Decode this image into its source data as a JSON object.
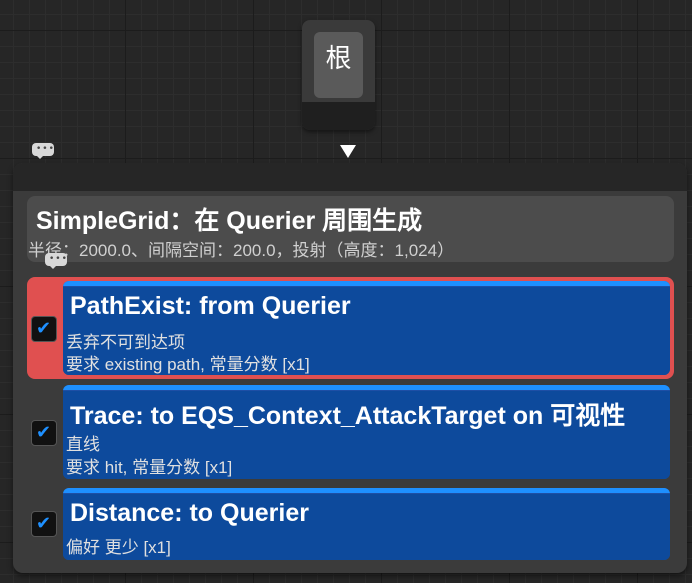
{
  "root": {
    "label": "根"
  },
  "generator": {
    "title": "SimpleGrid：在 Querier 周围生成",
    "subtitle": "半径：2000.0、间隔空间：200.0，投射（高度：1,024）"
  },
  "tests": [
    {
      "title": "PathExist: from Querier",
      "line1": "丢弃不可到达项",
      "line2": "要求 existing path, 常量分数 [x1]",
      "checked": true,
      "selected": true
    },
    {
      "title": "Trace: to EQS_Context_AttackTarget on 可视性",
      "line1": "直线",
      "line2": "要求 hit, 常量分数 [x1]",
      "checked": true,
      "selected": false
    },
    {
      "title": "Distance: to Querier",
      "line1": "偏好 更少 [x1]",
      "checked": true,
      "selected": false
    }
  ],
  "colors": {
    "selection": "#e05050",
    "card": "#0d4a9c",
    "stripe": "#1e90ff",
    "check": "#1e90ff"
  },
  "icons": {
    "comment": "comment-bubble-icon",
    "check": "checkmark-icon",
    "arrow": "arrow-down-icon"
  }
}
